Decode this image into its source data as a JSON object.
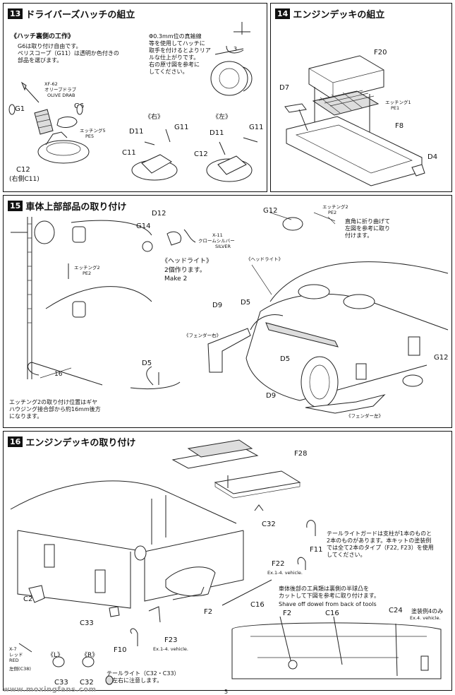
{
  "step13": {
    "number": "13",
    "title": "ドライバーズハッチの組立",
    "note_heading": "《ハッチ裏側の工作》",
    "note_body": [
      "G6は取り付け自由です。",
      "ペリスコープ（G11）は透明か色付きの",
      "部品を選びます。"
    ],
    "drill_note": [
      "Φ0.3mm位の真鍮線",
      "等を使用してハッチに",
      "取手を付けるとよりリア",
      "ルな仕上がりです。",
      "右の原寸図を参考に",
      "してください。"
    ],
    "dim": "3",
    "paint_label": "XF-62",
    "paint_name_jp": "オリーブドラブ",
    "paint_name_en": "OLIVE DRAB",
    "etch_label": "エッチング5",
    "etch_part": "PE5",
    "label_right": "《右》",
    "label_left": "《左》",
    "right_note": "(右側C11)",
    "parts": {
      "g1": "G1",
      "g6": "G6",
      "c12": "C12",
      "d11a": "D11",
      "g11a": "G11",
      "c11": "C11",
      "d11b": "D11",
      "g11b": "G11",
      "c12b": "C12"
    }
  },
  "step14": {
    "number": "14",
    "title": "エンジンデッキの組立",
    "etch_label": "エッチング1",
    "etch_part": "PE1",
    "parts": {
      "f20": "F20",
      "d7": "D7",
      "f8": "F8",
      "d4": "D4"
    }
  },
  "step15": {
    "number": "15",
    "title": "車体上部部品の取り付け",
    "etch2_label": "エッチング2",
    "etch2_part": "PE2",
    "paint_label": "X-11",
    "paint_name_jp": "クロームシルバー",
    "paint_name_en": "SILVER",
    "headlight_label": "《ヘッドライト》",
    "make_jp": "2個作ります。",
    "make_en": "Make 2",
    "bend_note": [
      "直角に折り曲げて",
      "左図を参考に取り",
      "付けます。"
    ],
    "headlight_small": "《ヘッドライト》",
    "fender_right": "《フェンダー右》",
    "fender_left": "《フェンダー左》",
    "dim16": "16",
    "etch_note": [
      "エッチング2の取り付け位置はギヤ",
      "ハウジング接合部から約16mm後方",
      "になります。"
    ],
    "etch2_side_label": "エッチング2",
    "etch2_side_part": "PE2",
    "parts": {
      "d12": "D12",
      "g14": "G14",
      "g12a": "G12",
      "d9a": "D9",
      "d5a": "D5",
      "d5b": "D5",
      "d9b": "D9",
      "d5c": "D5",
      "g12b": "G12"
    }
  },
  "step16": {
    "number": "16",
    "title": "エンジンデッキの取り付け",
    "taillight_note_jp": [
      "テールライトガードは支柱が1本のものと",
      "2本のものがあります。本キットの塗装例",
      "では全て2本のタイプ（F22, F23）を使用",
      "してください。"
    ],
    "tools_note_jp": [
      "車体後部の工具類は裏側の半球凸を",
      "カットして下図を参考に取り付けます。"
    ],
    "tools_note_en": "Shave off dowel from back of tools",
    "c24_jp": "塗装例4のみ",
    "c24_en": "Ex.4. vehicle.",
    "ex14a": "Ex.1-4. vehicle.",
    "ex14b": "Ex.1-4. vehicle.",
    "paint_label": "X-7",
    "paint_name_jp": "レッド",
    "paint_name_en": "RED",
    "lr_left": "《L》",
    "lr_right": "《R》",
    "left_c38": "左側(C38)",
    "taillight_bottom": "テールライト（C32・C33）",
    "taillight_bottom2": "は左右に注意します。",
    "parts": {
      "f28": "F28",
      "c32a": "C32",
      "f11": "F11",
      "f22": "F22",
      "c20": "C20",
      "c16a": "C16",
      "c33a": "C33",
      "f2a": "F2",
      "f10": "F10",
      "f23": "F23",
      "f2b": "F2",
      "c16b": "C16",
      "c24": "C24",
      "c33b": "C33",
      "c32b": "C32"
    }
  },
  "watermark": "www.moxingfans.com",
  "page_number": "5"
}
